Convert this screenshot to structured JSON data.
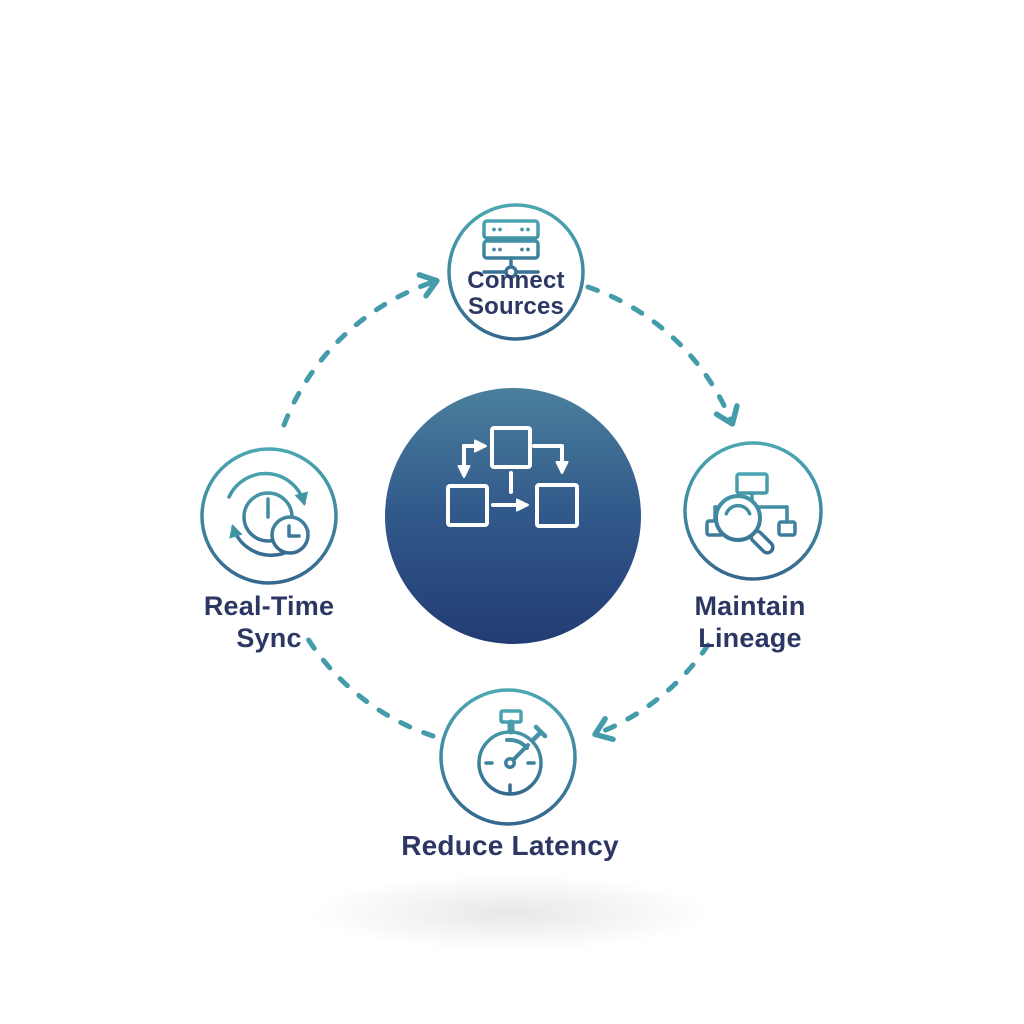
{
  "diagram": {
    "type": "cycle-diagram",
    "background": "#FFFFFF",
    "center": {
      "icon": "flowchart-icon",
      "gradient_top": "#4A7F9C",
      "gradient_bottom": "#223C73",
      "icon_color": "#FFFFFF"
    },
    "nodes": [
      {
        "id": "connect-sources",
        "position": "top",
        "icon": "server-icon",
        "label": "Connect Sources",
        "label_lines": [
          "Connect",
          "Sources"
        ]
      },
      {
        "id": "maintain-lineage",
        "position": "right",
        "icon": "lineage-magnifier-icon",
        "label": "Maintain Lineage",
        "label_lines": [
          "Maintain",
          "Lineage"
        ]
      },
      {
        "id": "reduce-latency",
        "position": "bottom",
        "icon": "stopwatch-icon",
        "label": "Reduce Latency",
        "label_lines": [
          "Reduce Latency"
        ]
      },
      {
        "id": "real-time-sync",
        "position": "left",
        "icon": "sync-clock-icon",
        "label": "Real-Time Sync",
        "label_lines": [
          "Real-Time",
          "Sync"
        ]
      }
    ],
    "arrows": [
      {
        "from": "real-time-sync",
        "to": "connect-sources",
        "style": "dashed",
        "arrowhead": true
      },
      {
        "from": "connect-sources",
        "to": "maintain-lineage",
        "style": "dashed",
        "arrowhead": true
      },
      {
        "from": "maintain-lineage",
        "to": "reduce-latency",
        "style": "dashed",
        "arrowhead": true
      },
      {
        "from": "reduce-latency",
        "to": "real-time-sync",
        "style": "dashed",
        "arrowhead": false
      }
    ],
    "colors": {
      "node_stroke_teal": "#4BA8B2",
      "node_stroke_blue": "#36688F",
      "arc_dash": "#449CAA",
      "label_text": "#2C3763"
    }
  }
}
